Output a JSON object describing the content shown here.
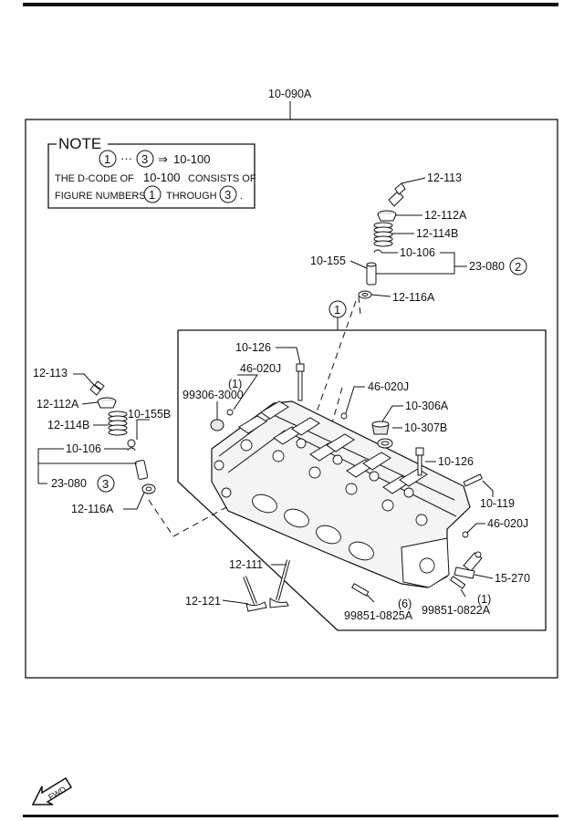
{
  "assembly_label": "10-090A",
  "note": {
    "title": "NOTE",
    "ref_from": "1",
    "ref_dots": "···",
    "ref_to": "3",
    "arrow": "⇒",
    "ref_code": "10-100",
    "line2_a": "THE D-CODE OF",
    "line2_code": "10-100",
    "line2_b": "CONSISTS OF",
    "line3_a": "FIGURE NUMBERS",
    "line3_from": "1",
    "line3_mid": "THROUGH",
    "line3_to": "3",
    "line3_end": "."
  },
  "callouts": {
    "c1": "1",
    "c2": "2",
    "c3": "3"
  },
  "labels": {
    "p_12_113_top": "12-113",
    "p_12_112a_top": "12-112A",
    "p_12_114b_top": "12-114B",
    "p_10_106_top": "10-106",
    "p_10_155_top": "10-155",
    "p_23_080_top": "23-080",
    "p_12_116a_top": "12-116A",
    "p_12_113_left": "12-113",
    "p_12_112a_left": "12-112A",
    "p_12_114b_left": "12-114B",
    "p_10_155b_left": "10-155B",
    "p_10_106_left": "10-106",
    "p_23_080_left": "23-080",
    "p_12_116a_left": "12-116A",
    "p_10_126_top": "10-126",
    "p_46_020j_a": "46-020J",
    "p_99306_qty": "(1)",
    "p_99306": "99306-3000",
    "p_46_020j_b": "46-020J",
    "p_10_306a": "10-306A",
    "p_10_307b": "10-307B",
    "p_10_126_right": "10-126",
    "p_10_119": "10-119",
    "p_46_020j_c": "46-020J",
    "p_15_270": "15-270",
    "p_12_111": "12-111",
    "p_12_121": "12-121",
    "p_99851_0825a_qty": "(6)",
    "p_99851_0825a": "99851-0825A",
    "p_99851_0822a_qty": "(1)",
    "p_99851_0822a": "99851-0822A"
  },
  "fwd": "FWD",
  "icons": [
    "fwd-arrow-icon"
  ]
}
